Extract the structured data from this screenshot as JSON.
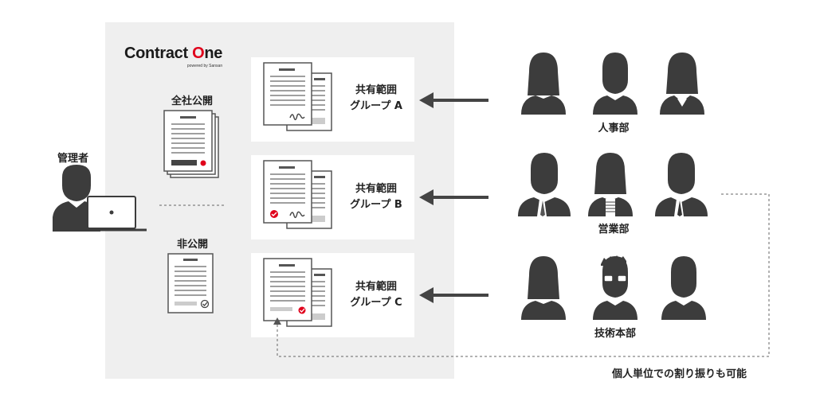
{
  "logo": {
    "part1": "Contract ",
    "part2": "O",
    "part3": "ne",
    "tagline": "powered by Sansan"
  },
  "admin_label": "管理者",
  "public_label": "全社公開",
  "private_label": "非公開",
  "groups": [
    {
      "line1": "共有範囲",
      "line2": "グループ A"
    },
    {
      "line1": "共有範囲",
      "line2": "グループ B"
    },
    {
      "line1": "共有範囲",
      "line2": "グループ C"
    }
  ],
  "departments": [
    "人事部",
    "営業部",
    "技術本部"
  ],
  "footnote": "個人単位での割り振りも可能",
  "colors": {
    "accent": "#e0001b",
    "person": "#3c3c3c",
    "panel": "#efefef"
  }
}
